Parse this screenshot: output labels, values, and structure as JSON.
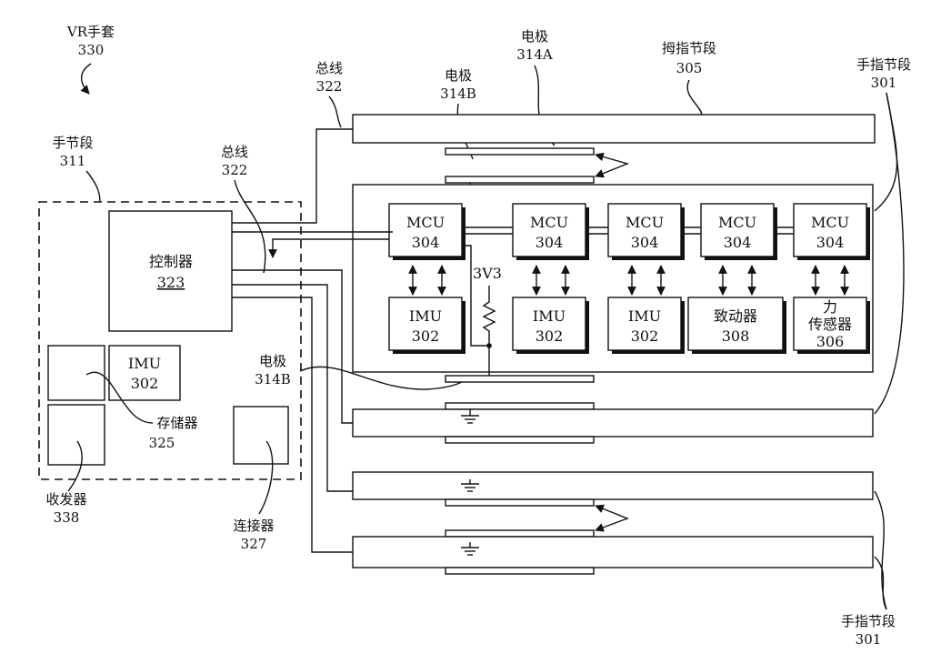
{
  "labels": {
    "glove_name": "VR手套",
    "glove_ref": "330",
    "electrode": "电极",
    "electrode_314a_ref": "314A",
    "electrode_314b_ref": "314B",
    "thumb_segment": "拇指节段",
    "thumb_ref": "305",
    "finger_segment": "手指节段",
    "finger_ref": "301",
    "bus": "总线",
    "bus_ref": "322",
    "hand_segment": "手节段",
    "hand_ref": "311",
    "controller": "控制器",
    "controller_ref": "323",
    "storage": "存储器",
    "storage_ref": "325",
    "transceiver": "收发器",
    "transceiver_ref": "338",
    "connector": "连接器",
    "connector_ref": "327",
    "voltage": "3V3"
  },
  "blocks": {
    "mcu": "MCU",
    "mcu_ref": "304",
    "imu": "IMU",
    "imu_ref": "302",
    "actuator": "致动器",
    "actuator_ref": "308",
    "force_sensor_line1": "力",
    "force_sensor_line2": "传感器",
    "force_sensor_ref": "306"
  }
}
